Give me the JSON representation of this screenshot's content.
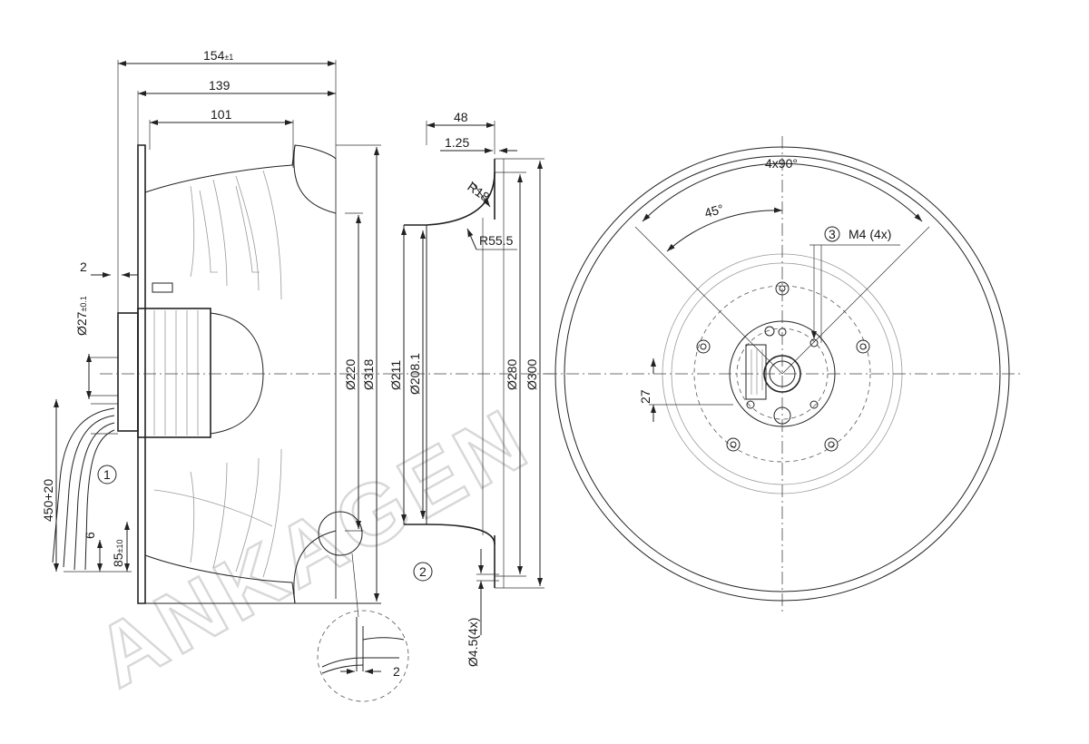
{
  "watermark": "ANKAGEN",
  "side_view": {
    "dims": {
      "overall_length": "154",
      "overall_length_tol": "±1",
      "length_139": "139",
      "length_101": "101",
      "offset_2": "2",
      "shaft_dia": "Ø27",
      "shaft_dia_tol": "±0.1",
      "cable_length": "450+20",
      "strip_6": "6",
      "strip_85": "85",
      "strip_85_tol": "±10",
      "dia_220": "Ø220",
      "dia_318": "Ø318"
    },
    "callout": "1"
  },
  "inlet_ring": {
    "dims": {
      "depth_48": "48",
      "thickness": "1.25",
      "radius_18": "R18",
      "radius_55": "R55.5",
      "dia_211": "Ø211",
      "dia_208": "Ø208.1",
      "dia_280": "Ø280",
      "dia_300": "Ø300",
      "holes": "Ø4.5(4x)"
    },
    "callout": "2"
  },
  "detail": {
    "dim": "2"
  },
  "front_view": {
    "dims": {
      "pitch": "4x90°",
      "angle": "45°",
      "thread_callout": "3",
      "thread": "M4 (4x)",
      "offset_27": "27"
    }
  }
}
